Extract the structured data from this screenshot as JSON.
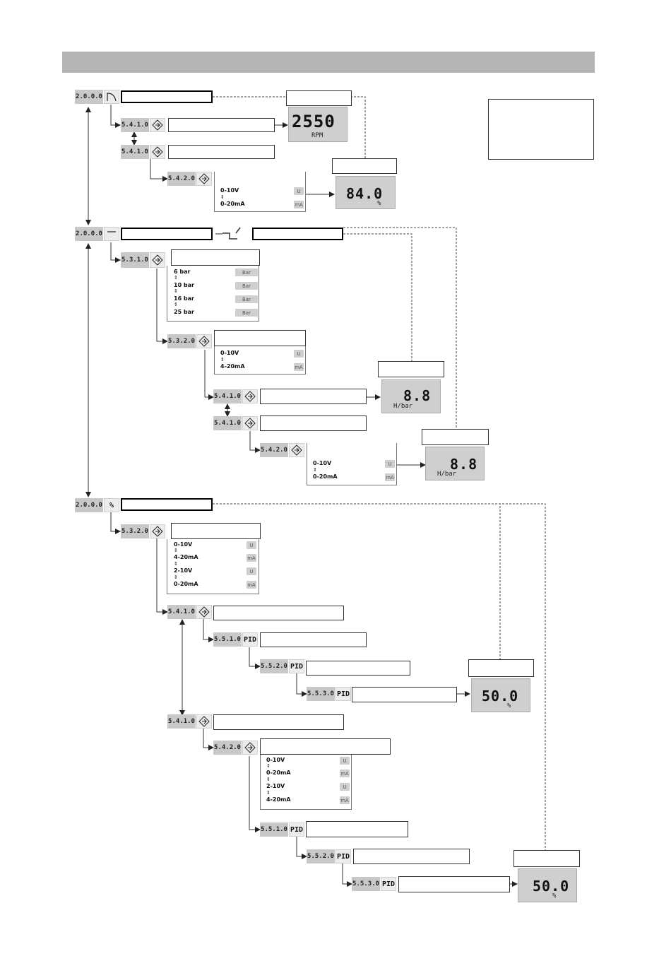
{
  "codes": {
    "main": "2.0.0.0",
    "c5410": "5.4.1.0",
    "c5420": "5.4.2.0",
    "c5310": "5.3.1.0",
    "c5320": "5.3.2.0",
    "c5510": "5.5.1.0",
    "c5520": "5.5.2.0",
    "c5530": "5.5.3.0"
  },
  "options": {
    "v0_10": "0-10V",
    "v2_10": "2-10V",
    "ma0_20": "0-20mA",
    "ma4_20": "4-20mA",
    "bar6": "6 bar",
    "bar10": "10 bar",
    "bar16": "16 bar",
    "bar25": "25 bar",
    "arrow": "⇕"
  },
  "units": {
    "volt": "U",
    "ma": "mA",
    "bar": "Bar"
  },
  "icons": {
    "pid": "PID",
    "slash": "/",
    "percent": "%"
  },
  "displays": {
    "rpm_value": "2550",
    "rpm_unit": "RPM",
    "pct_value": "84.0",
    "pct_unit": "%",
    "head_value": "8.8",
    "head_unit": "H/bar",
    "pid_value": "50.0",
    "pid_unit": "%"
  }
}
